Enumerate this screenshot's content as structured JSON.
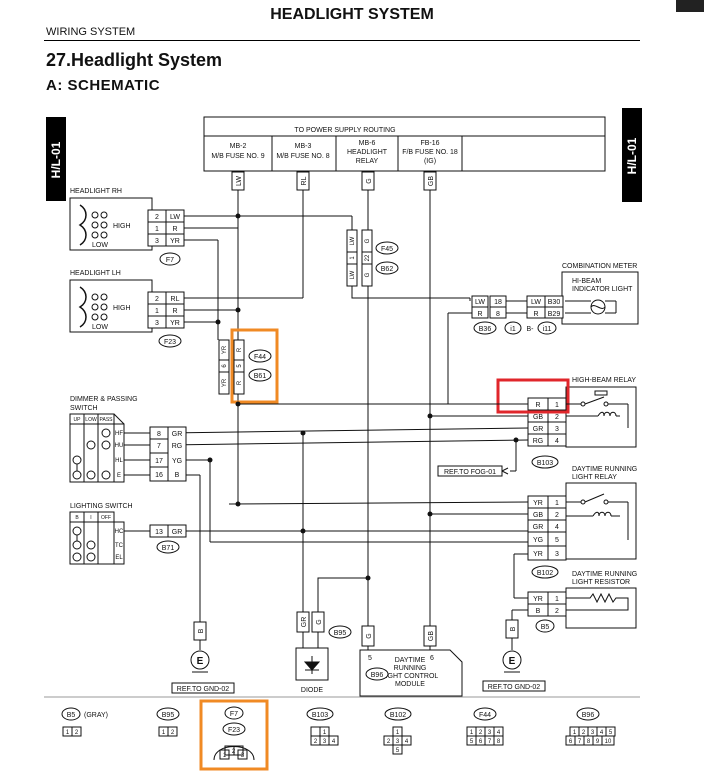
{
  "page": {
    "title": "HEADLIGHT SYSTEM",
    "section": "WIRING SYSTEM",
    "heading": "27.Headlight System",
    "subheading": "A:  SCHEMATIC",
    "tab_code": "H/L-01"
  },
  "power": {
    "header": "TO POWER SUPPLY ROUTING",
    "sources": [
      {
        "line1": "MB-2",
        "line2": "M/B FUSE NO. 9",
        "line3": ""
      },
      {
        "line1": "MB-3",
        "line2": "M/B FUSE NO. 8",
        "line3": ""
      },
      {
        "line1": "MB-6",
        "line2": "HEADLIGHT",
        "line3": "RELAY"
      },
      {
        "line1": "FB-16",
        "line2": "F/B FUSE NO. 18",
        "line3": "(IG)"
      }
    ]
  },
  "components": {
    "headlight_rh": "HEADLIGHT RH",
    "headlight_lh": "HEADLIGHT LH",
    "high": "HIGH",
    "low": "LOW",
    "combination_meter": "COMBINATION METER",
    "hi_beam_indicator_1": "HI-BEAM",
    "hi_beam_indicator_2": "INDICATOR LIGHT",
    "high_beam_relay": "HIGH-BEAM RELAY",
    "drl_relay_1": "DAYTIME RUNNING",
    "drl_relay_2": "LIGHT RELAY",
    "drl_resistor_1": "DAYTIME RUNNING",
    "drl_resistor_2": "LIGHT RESISTOR",
    "dimmer_1": "DIMMER & PASSING",
    "dimmer_2": "SWITCH",
    "lighting_switch": "LIGHTING SWITCH",
    "drl_module_1": "DAYTIME",
    "drl_module_2": "RUNNING",
    "drl_module_3": "LIGHT CONTROL",
    "drl_module_4": "MODULE",
    "diode": "DIODE",
    "ref_fog": "REF.TO FOG-01",
    "ref_gnd_left": "REF.TO GND-02",
    "ref_gnd_right": "REF.TO GND-02",
    "ground_symbol": "E",
    "dimmer_positions": [
      "UP",
      "LOW",
      "PASS"
    ],
    "switch_positions": [
      "B",
      "I",
      "OFF"
    ],
    "dimmer_terminals": [
      "HF",
      "HU",
      "HL",
      "E"
    ],
    "lighting_terminals": [
      "HC",
      "TC",
      "EL"
    ]
  },
  "wires": {
    "top_feeds": [
      "LW",
      "RL",
      "G",
      "GB"
    ],
    "rh": [
      {
        "pin": "2",
        "color": "LW"
      },
      {
        "pin": "1",
        "color": "R"
      },
      {
        "pin": "3",
        "color": "YR"
      }
    ],
    "lh": [
      {
        "pin": "2",
        "color": "RL"
      },
      {
        "pin": "1",
        "color": "R"
      },
      {
        "pin": "3",
        "color": "YR"
      }
    ],
    "f45_b62_top": [
      "LW",
      "G"
    ],
    "f45_b62_pins": [
      "1",
      "22"
    ],
    "f45_b62_bottom": [
      "LW",
      "G"
    ],
    "f44_b61_top": [
      "YR",
      "R"
    ],
    "f44_b61_pins": [
      "6",
      "5"
    ],
    "f44_b61_bottom": [
      "YR",
      "R"
    ],
    "meter": [
      {
        "left": "LW",
        "pin": "18",
        "right": "LW",
        "term": "B30"
      },
      {
        "left": "R",
        "pin": "8",
        "right": "R",
        "term": "B29"
      }
    ],
    "dimmer": [
      {
        "pin": "8",
        "color": "GR"
      },
      {
        "pin": "7",
        "color": "RG"
      },
      {
        "pin": "17",
        "color": "YG"
      },
      {
        "pin": "16",
        "color": "B"
      }
    ],
    "lighting": [
      {
        "pin": "13",
        "color": "GR"
      }
    ],
    "hb_relay": [
      {
        "color": "R",
        "pin": "1"
      },
      {
        "color": "GB",
        "pin": "2"
      },
      {
        "color": "GR",
        "pin": "3"
      },
      {
        "color": "RG",
        "pin": "4"
      }
    ],
    "drl_relay": [
      {
        "color": "YR",
        "pin": "1"
      },
      {
        "color": "GB",
        "pin": "2"
      },
      {
        "color": "GR",
        "pin": "4"
      },
      {
        "color": "YG",
        "pin": "5"
      },
      {
        "color": "YR",
        "pin": "3"
      }
    ],
    "resistor": [
      {
        "color": "YR",
        "pin": "1"
      },
      {
        "color": "B",
        "pin": "2"
      }
    ],
    "gnd_left": "B",
    "gnd_right": "B",
    "diode_wires": [
      "GR",
      "G"
    ],
    "module_wires": [
      "G",
      "GB"
    ],
    "module_pins": [
      "5",
      "6"
    ]
  },
  "connector_labels": {
    "f7": "F7",
    "f23": "F23",
    "f45": "F45",
    "b62": "B62",
    "f44": "F44",
    "b61": "B61",
    "b36": "B36",
    "i1": "i1",
    "b": "B-",
    "i11": "i11",
    "b103": "B103",
    "b102": "B102",
    "b5": "B5",
    "b71": "B71",
    "b95": "B95",
    "b96": "B96"
  },
  "connector_legend": [
    {
      "name": "B5",
      "extra": "(GRAY)",
      "pins": [
        "1",
        "2"
      ]
    },
    {
      "name": "B95",
      "extra": "",
      "pins": [
        "1",
        "2"
      ]
    },
    {
      "name": "F7",
      "sub": "F23",
      "extra": "",
      "pins": [
        "1",
        "2",
        "3"
      ]
    },
    {
      "name": "B103",
      "extra": "",
      "pins": [
        "1",
        "2",
        "3",
        "4"
      ]
    },
    {
      "name": "B102",
      "extra": "",
      "pins": [
        "1",
        "2",
        "3",
        "4",
        "5"
      ]
    },
    {
      "name": "F44",
      "extra": "",
      "pins": [
        "1",
        "2",
        "3",
        "4",
        "5",
        "6",
        "7",
        "8"
      ]
    },
    {
      "name": "B96",
      "extra": "",
      "pins": [
        "1",
        "2",
        "3",
        "4",
        "5",
        "6",
        "7",
        "8",
        "9",
        "10"
      ]
    }
  ],
  "colors": {
    "line": "#111111",
    "highlight_red": "#e0262b",
    "highlight_orange": "#f08a24",
    "tab_bg": "#000000"
  }
}
